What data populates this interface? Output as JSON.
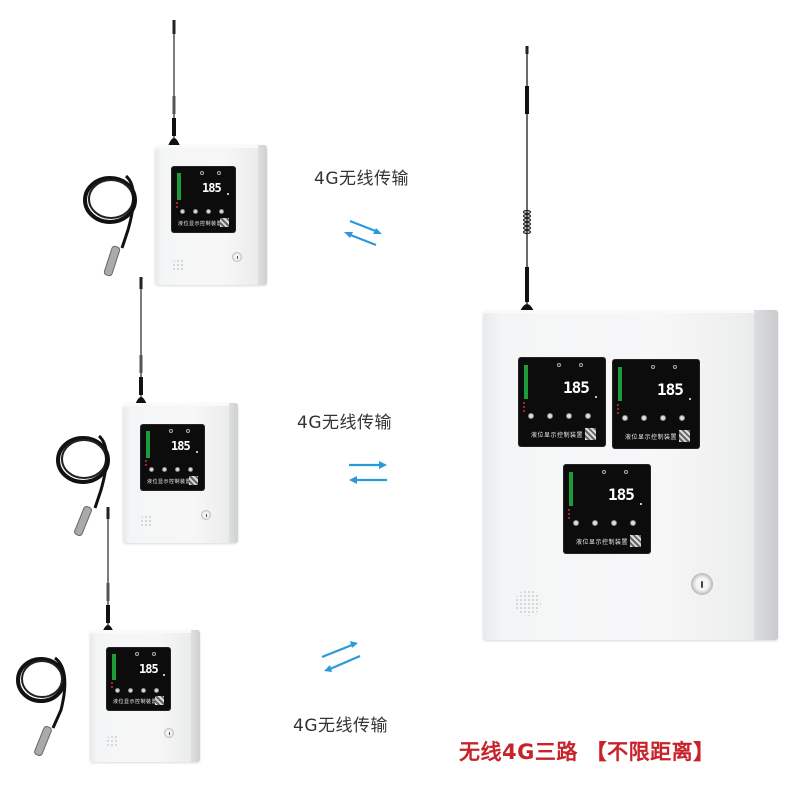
{
  "links": [
    {
      "label": "4G无线传输",
      "position": "top"
    },
    {
      "label": "4G无线传输",
      "position": "middle"
    },
    {
      "label": "4G无线传输",
      "position": "bottom"
    }
  ],
  "headline": "无线4G三路 【不限距离】",
  "devices": {
    "remote_units": [
      {
        "name": "remote-unit-1",
        "display_value": "185",
        "panel_title": "液位显示控制装置"
      },
      {
        "name": "remote-unit-2",
        "display_value": "185",
        "panel_title": "液位显示控制装置"
      },
      {
        "name": "remote-unit-3",
        "display_value": "185",
        "panel_title": "液位显示控制装置"
      }
    ],
    "main_unit": {
      "panels": [
        {
          "display_value": "185",
          "panel_title": "液位显示控制装置"
        },
        {
          "display_value": "185",
          "panel_title": "液位显示控制装置"
        },
        {
          "display_value": "185",
          "panel_title": "液位显示控制装置"
        }
      ]
    }
  },
  "colors": {
    "headline": "#c8232b",
    "arrow": "#2a9ad8",
    "bargraph": "#1f9c3a",
    "panel": "#0c0c0d",
    "enclosure": "#f4f5f6"
  },
  "icons": [
    "antenna-icon",
    "bidirectional-arrow-icon",
    "speaker-grille-icon",
    "key-lock-icon",
    "level-sensor-icon",
    "qr-code-icon"
  ]
}
